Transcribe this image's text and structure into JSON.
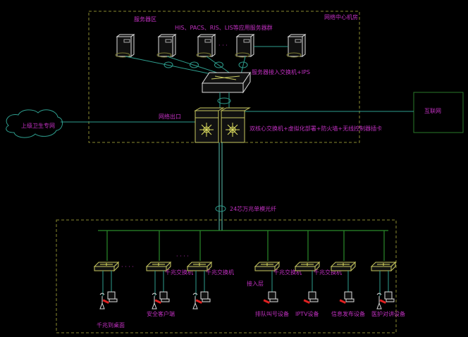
{
  "labels": {
    "server_zone": "服务器区",
    "data_center": "网络中心机房",
    "server_group": "HIS、PACS、RIS、LIS等应用服务器群",
    "server_access_switch": "服务器接入交换机+IPS",
    "network_exit": "网络出口",
    "core_switch": "双核心交换机+虚拟化部署+防火墙+无线控制器插卡",
    "upper_network": "上级卫生专网",
    "internet": "互联网",
    "fiber": "24芯万兆单模光纤",
    "access_layer": "接入层",
    "gigabit_desktop": "千兆到桌面",
    "security_client": "安全客户端",
    "ellipsis": "· · · ·"
  },
  "access_switches": [
    {
      "label": ""
    },
    {
      "label": "千兆交换机"
    },
    {
      "label": "千兆交换机"
    },
    {
      "label": "千兆交换机"
    },
    {
      "label": "千兆交换机"
    },
    {
      "label": ""
    },
    {
      "label": ""
    }
  ],
  "devices": [
    {
      "label": ""
    },
    {
      "label": "安全客户端"
    },
    {
      "label": ""
    },
    {
      "label": "排队叫号设备"
    },
    {
      "label": "IPTV设备"
    },
    {
      "label": "信息发布设备"
    },
    {
      "label": "医护对讲设备"
    }
  ]
}
